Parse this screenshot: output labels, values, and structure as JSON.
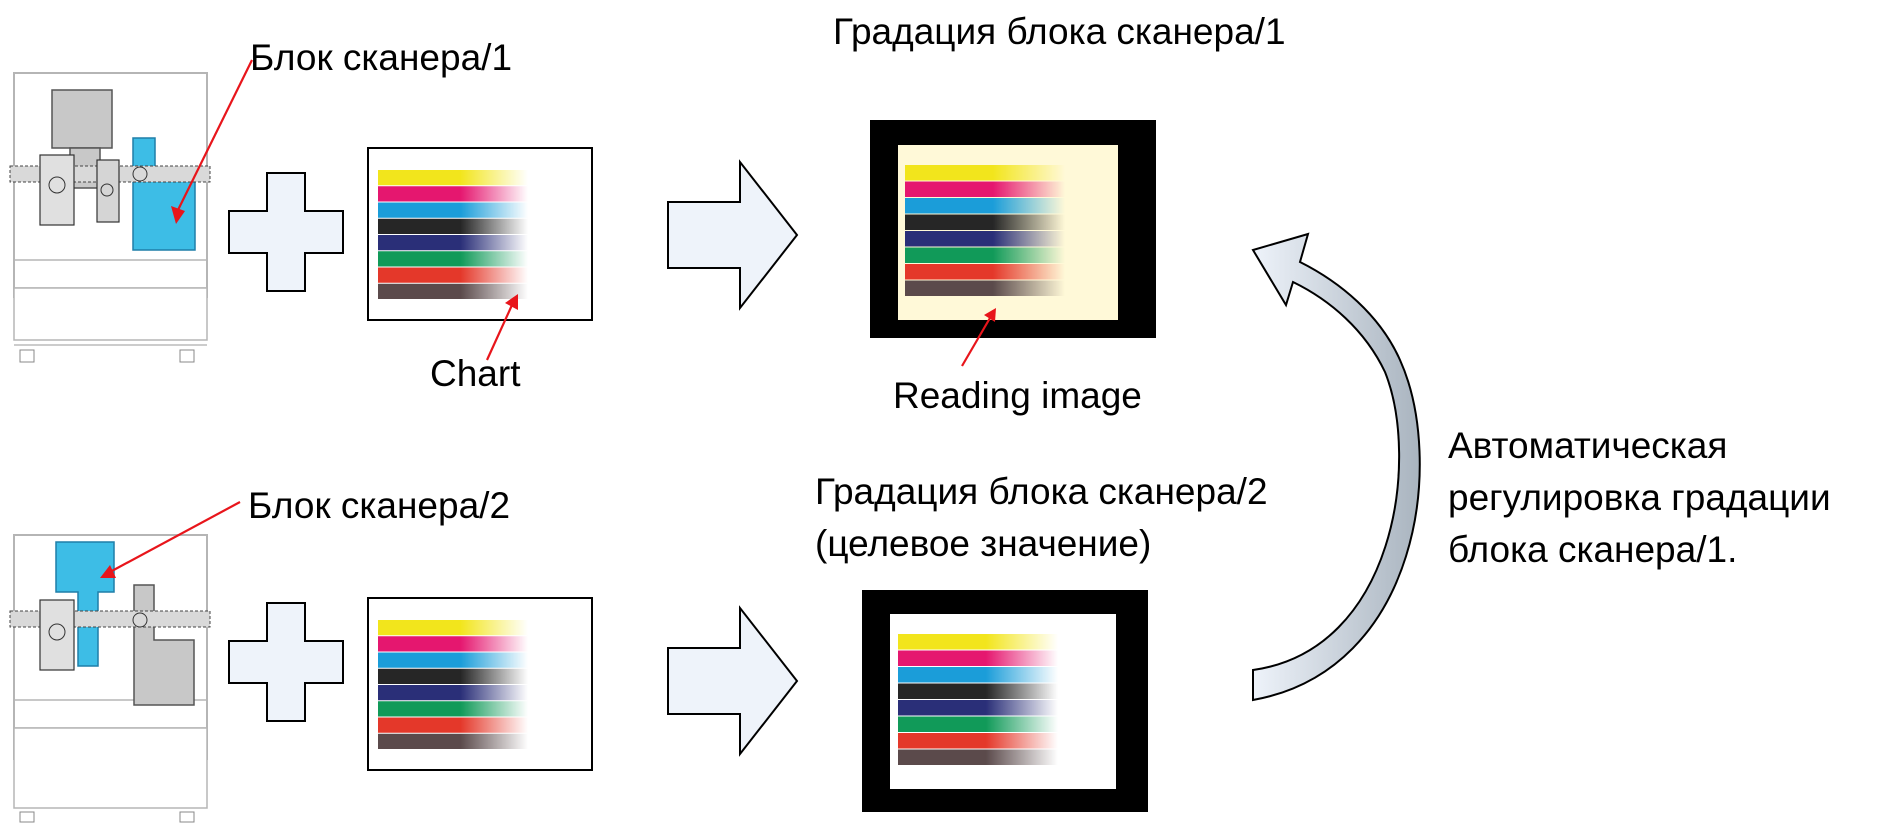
{
  "labels": {
    "scanner_block_1": "Блок сканера/1",
    "scanner_block_2": "Блок сканера/2",
    "chart": "Chart",
    "gradation_1": "Градация блока сканера/1",
    "reading_image": "Reading image",
    "gradation_2_line1": "Градация блока сканера/2",
    "gradation_2_line2": "(целевое значение)",
    "auto_adjust_line1": "Автоматическая",
    "auto_adjust_line2": "регулировка градации",
    "auto_adjust_line3": "блока сканера/1."
  },
  "colors": {
    "highlight_block": "#3dbde6",
    "arrow_fill": "#eef3fa",
    "pointer_red": "#e8151b",
    "frame_black": "#000000",
    "reading_bg": "#fff9d8",
    "curved_arrow_dark": "#a9b4bf",
    "chart_bars": [
      "#f2e51c",
      "#e5176f",
      "#1b9dd9",
      "#262626",
      "#2a2f78",
      "#119a59",
      "#e4382a",
      "#5b4a4b"
    ]
  },
  "icons": [
    "printer-machine-icon",
    "plus-icon",
    "right-arrow-icon",
    "curved-arrow-icon",
    "color-chart-icon"
  ]
}
